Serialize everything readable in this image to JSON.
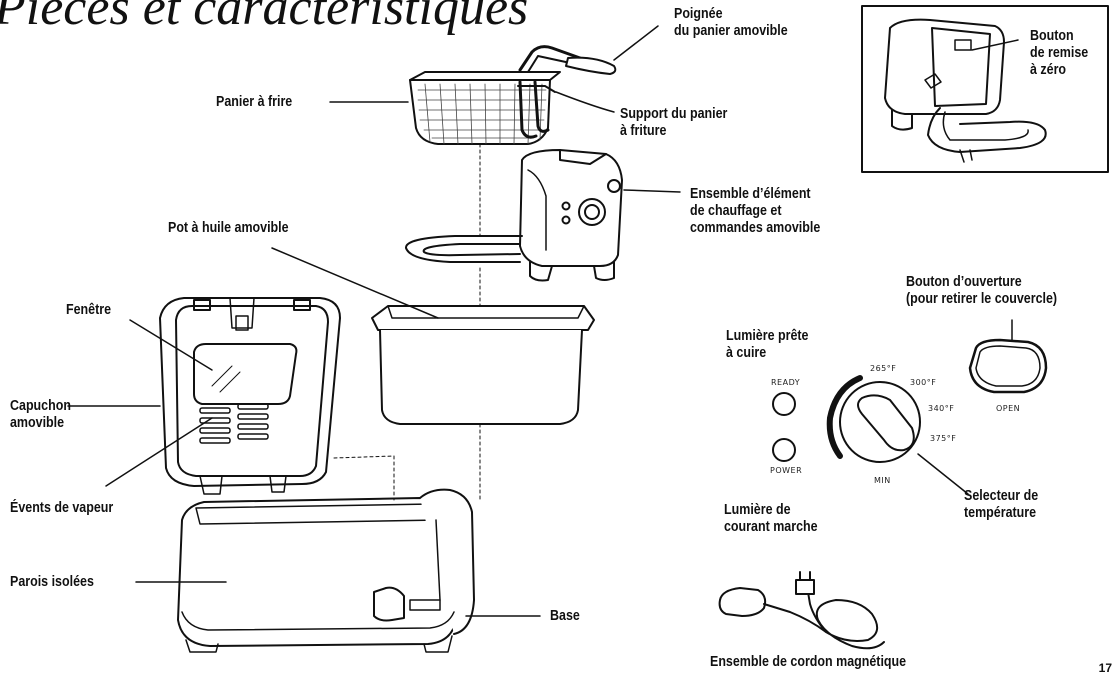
{
  "page": {
    "title": "Pièces et caractéristiques",
    "page_number": "17"
  },
  "labels": {
    "poignee": "Poignée\ndu panier amovible",
    "panier": "Panier à frire",
    "support": "Support du panier\nà friture",
    "ensemble": "Ensemble d’élément\nde chauffage et\ncommandes amovible",
    "pot": "Pot à huile amovible",
    "fenetre": "Fenêtre",
    "capuchon": "Capuchon\namovible",
    "events": "Évents de vapeur",
    "parois": "Parois isolées",
    "base": "Base",
    "bouton_remise": "Bouton\nde remise\nà zéro",
    "bouton_ouverture": "Bouton d’ouverture\n(pour retirer le couvercle)",
    "lumiere_prete": "Lumière prête\nà cuire",
    "lumiere_courant": "Lumière de\ncourant marche",
    "selecteur": "Selecteur de\ntempérature",
    "cordon": "Ensemble de cordon magnétique"
  },
  "panel": {
    "ready": "READY",
    "power": "POWER",
    "open": "OPEN",
    "dial": [
      "265°F",
      "300°F",
      "340°F",
      "375°F",
      "MIN"
    ]
  }
}
